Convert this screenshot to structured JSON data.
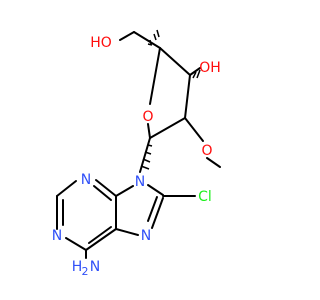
{
  "molecule": {
    "atoms": {
      "ho_left": {
        "text": "HO",
        "color": "#ff0d0d"
      },
      "oh_right": {
        "text": "OH",
        "color": "#ff0d0d"
      },
      "o_ring": {
        "text": "O",
        "color": "#ff0d0d"
      },
      "o_methoxy": {
        "text": "O",
        "color": "#ff0d0d"
      },
      "n9": {
        "text": "N",
        "color": "#3050f8"
      },
      "n3": {
        "text": "N",
        "color": "#3050f8"
      },
      "n1": {
        "text": "N",
        "color": "#3050f8"
      },
      "n7": {
        "text": "N",
        "color": "#3050f8"
      },
      "nh2_h": {
        "text": "H",
        "color": "#3050f8"
      },
      "nh2_sub": {
        "text": "2",
        "color": "#3050f8"
      },
      "nh2_n": {
        "text": "N",
        "color": "#3050f8"
      },
      "cl": {
        "text": "Cl",
        "color": "#1ff01f"
      }
    },
    "bond_color": "#000000"
  }
}
